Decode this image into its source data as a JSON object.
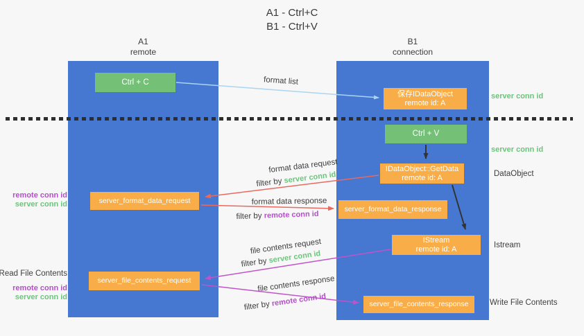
{
  "title": {
    "line1": "A1 - Ctrl+C",
    "line2": "B1 - Ctrl+V"
  },
  "columns": {
    "left": {
      "name": "A1",
      "role": "remote"
    },
    "right": {
      "name": "B1",
      "role": "connection"
    }
  },
  "nodes": {
    "ctrl_c": {
      "label": "Ctrl + C"
    },
    "ctrl_v": {
      "label": "Ctrl + V"
    },
    "save_idataobject": {
      "line1": "保存IDataObject",
      "line2": "remote id: A"
    },
    "idataobject_getdata": {
      "line1": "IDataObject::GetData",
      "line2": "remote id: A"
    },
    "istream": {
      "line1": "IStream",
      "line2": "remote id: A"
    },
    "server_format_data_request": {
      "label": "server_format_data_request"
    },
    "server_format_data_response": {
      "label": "server_format_data_response"
    },
    "server_file_contents_request": {
      "label": "server_file_contents_request"
    },
    "server_file_contents_response": {
      "label": "server_file_contents_response"
    }
  },
  "arrow_labels": {
    "format_list": "format list",
    "format_data_request": "format data request",
    "format_data_response": "format data response",
    "file_contents_request": "file contents request",
    "file_contents_response": "file contents response",
    "filter_by": "filter by "
  },
  "side_labels": {
    "server_conn_id": "server conn id",
    "remote_conn_id": "remote conn id",
    "dataobject": "DataObject",
    "istream": "Istream",
    "read_file_contents": "Read File Contents",
    "write_file_contents": "Write File Contents"
  },
  "colors": {
    "column_blue": "#4678d2",
    "node_orange": "#f8ad49",
    "node_green": "#74c077",
    "server_conn_green": "#6cc47c",
    "remote_conn_purple": "#b44fc9",
    "request_arrow_red": "#e9695e",
    "contents_arrow_purple": "#c153c9",
    "format_list_arrow_blue": "#a9d5f1",
    "black_arrow": "#333333",
    "background": "#f7f7f7"
  }
}
